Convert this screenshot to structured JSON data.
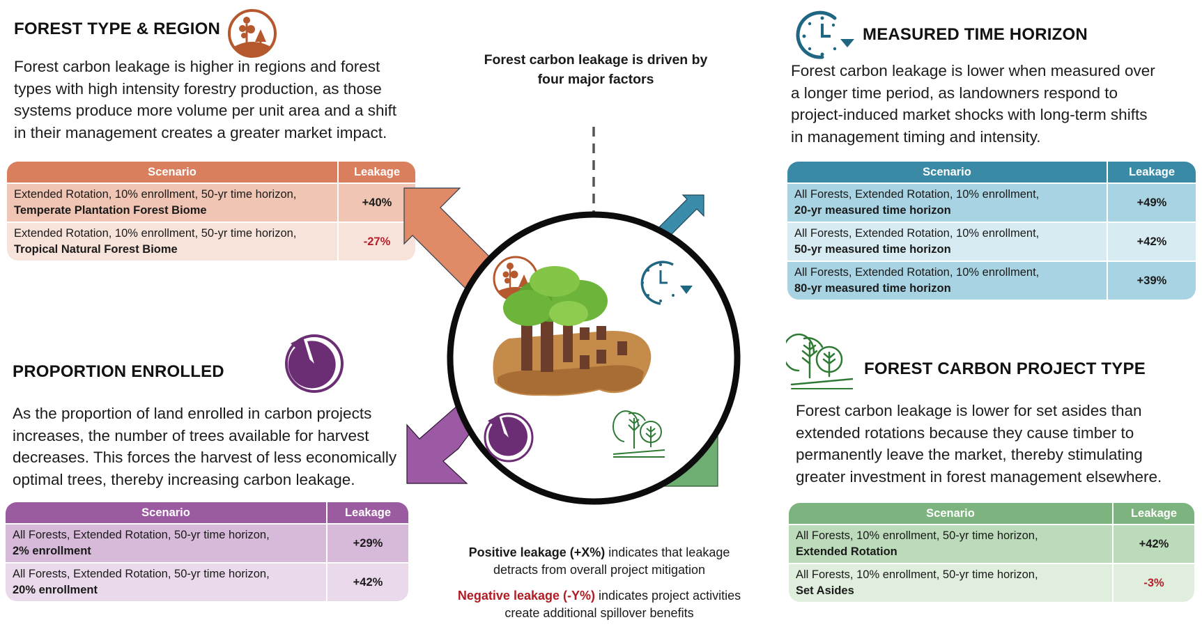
{
  "center": {
    "title_line1": "Forest carbon leakage is driven by",
    "title_line2": "four major factors",
    "legend": {
      "positive_bold": "Positive leakage (+X%)",
      "positive_rest": " indicates that leakage",
      "positive_line2": "detracts from overall project mitigation",
      "negative_bold": "Negative leakage (-Y%)",
      "negative_rest": " indicates project activities",
      "negative_line2": "create additional spillover benefits"
    }
  },
  "colors": {
    "forest_type": "#c96a45",
    "time_horizon": "#2f7f9c",
    "proportion": "#8e4f93",
    "project_type": "#6aa86d",
    "negative": "#b3202b"
  },
  "sections": {
    "forest_type": {
      "heading": "FOREST TYPE & REGION",
      "icon": "forest-region-icon",
      "desc_lines": [
        "Forest carbon leakage is higher in regions and forest",
        "types with high intensity forestry production, as those",
        "systems produce more volume per unit area and a shift",
        "in their management creates a greater market impact."
      ],
      "table": {
        "col_scenario": "Scenario",
        "col_leakage": "Leakage",
        "rows": [
          {
            "line1": "Extended Rotation, 10% enrollment, 50-yr time horizon,",
            "line2": "Temperate Plantation Forest Biome",
            "value": "+40%"
          },
          {
            "line1": "Extended Rotation, 10% enrollment, 50-yr time horizon,",
            "line2": "Tropical Natural Forest Biome",
            "value": "-27%"
          }
        ]
      }
    },
    "time_horizon": {
      "heading": "MEASURED TIME HORIZON",
      "icon": "clock-icon",
      "desc_lines": [
        "Forest carbon leakage is lower when measured over",
        "a longer time period, as landowners respond to",
        "project-induced market shocks with long-term shifts",
        "in management timing and intensity."
      ],
      "table": {
        "col_scenario": "Scenario",
        "col_leakage": "Leakage",
        "rows": [
          {
            "line1": "All Forests, Extended Rotation, 10% enrollment,",
            "line2": "20-yr measured time horizon",
            "value": "+49%"
          },
          {
            "line1": "All Forests, Extended Rotation, 10% enrollment,",
            "line2": "50-yr measured time horizon",
            "value": "+42%"
          },
          {
            "line1": "All Forests, Extended Rotation, 10% enrollment,",
            "line2": "80-yr measured time horizon",
            "value": "+39%"
          }
        ]
      }
    },
    "proportion": {
      "heading": "PROPORTION ENROLLED",
      "icon": "pie-chart-icon",
      "desc_lines": [
        "As the proportion of land enrolled in carbon projects",
        "increases, the number of trees available for harvest",
        "decreases. This forces the harvest of less economically",
        "optimal trees, thereby increasing carbon leakage."
      ],
      "table": {
        "col_scenario": "Scenario",
        "col_leakage": "Leakage",
        "rows": [
          {
            "line1": "All Forests, Extended Rotation, 50-yr time horizon,",
            "line2": "2% enrollment",
            "value": "+29%"
          },
          {
            "line1": "All Forests, Extended Rotation, 50-yr time horizon,",
            "line2": "20% enrollment",
            "value": "+42%"
          }
        ]
      }
    },
    "project_type": {
      "heading": "FOREST CARBON PROJECT TYPE",
      "icon": "trees-icon",
      "desc_lines": [
        "Forest carbon leakage is lower for set asides than",
        "extended rotations because they cause timber to",
        "permanently leave the market, thereby stimulating",
        "greater investment in forest management elsewhere."
      ],
      "table": {
        "col_scenario": "Scenario",
        "col_leakage": "Leakage",
        "rows": [
          {
            "line1": "All Forests, 10% enrollment, 50-yr time horizon,",
            "line2": "Extended Rotation",
            "value": "+42%"
          },
          {
            "line1": "All Forests, 10% enrollment, 50-yr time horizon,",
            "line2": "Set Asides",
            "value": "-3%"
          }
        ]
      }
    }
  }
}
